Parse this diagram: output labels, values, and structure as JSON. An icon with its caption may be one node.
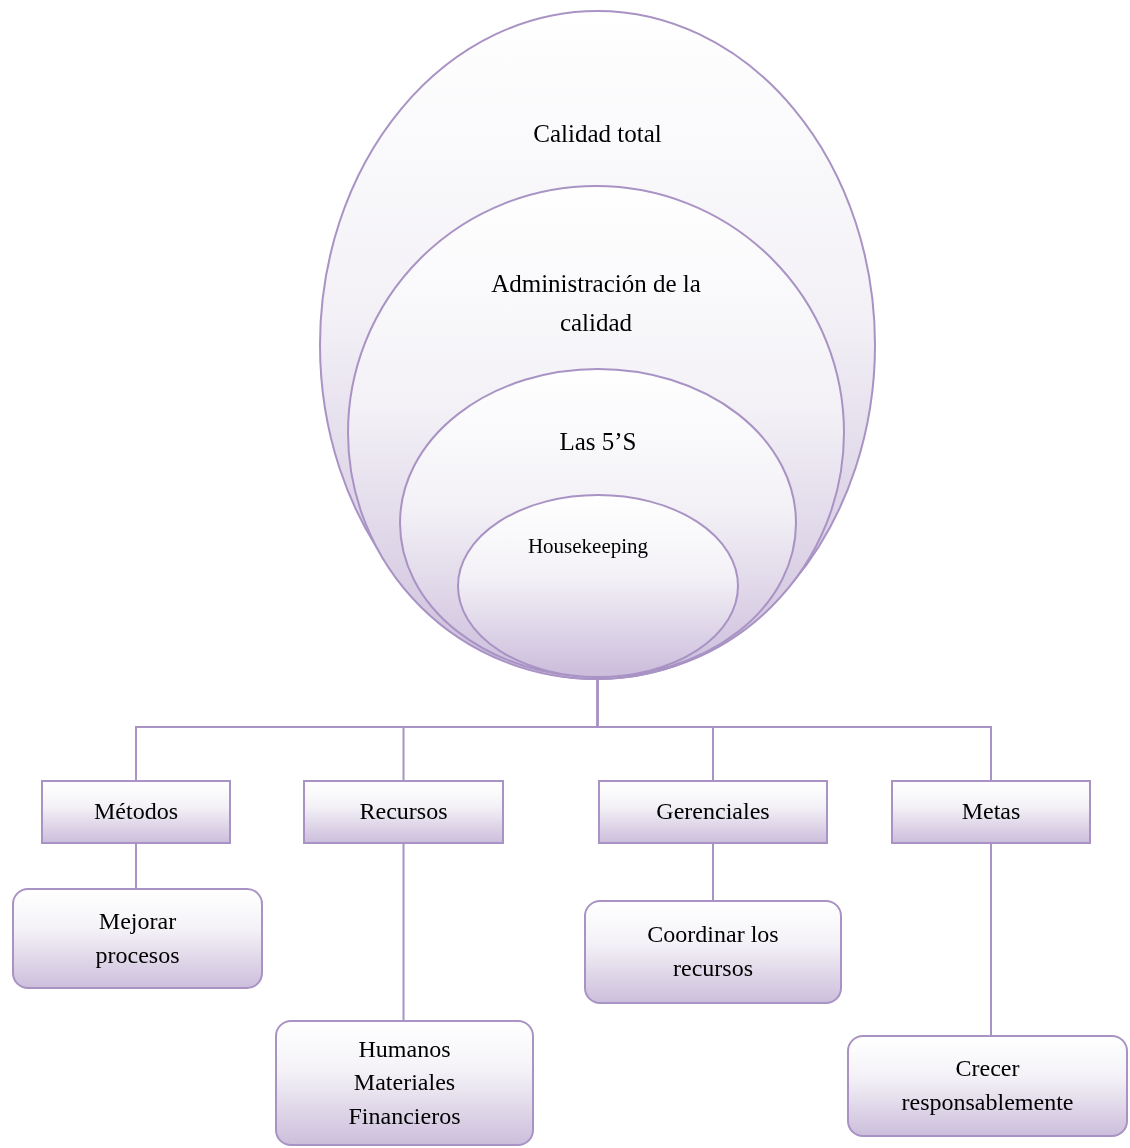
{
  "diagram": {
    "nodes": [
      {
        "text": [
          "Calidad total"
        ]
      },
      {
        "text": [
          "Administración de la calidad"
        ],
        "in": 0
      },
      {
        "text": [
          "Las 5’S"
        ],
        "in": 1
      },
      {
        "text": [
          "Housekeeping"
        ],
        "in": 2
      },
      {
        "text": [
          "Métodos"
        ]
      },
      {
        "text": [
          "Recursos"
        ]
      },
      {
        "text": [
          "Gerenciales"
        ]
      },
      {
        "text": [
          "Metas"
        ]
      },
      {
        "text": [
          "Mejorar procesos"
        ]
      },
      {
        "text": [
          "Humanos Materiales Financieros"
        ]
      },
      {
        "text": [
          "Coordinar los recursos"
        ]
      },
      {
        "text": [
          "Crecer responsablemente"
        ]
      }
    ],
    "edges": [
      {
        "from": 0,
        "to": 4,
        "arrow": "none"
      },
      {
        "from": 0,
        "to": 5,
        "arrow": "none"
      },
      {
        "from": 0,
        "to": 6,
        "arrow": "none"
      },
      {
        "from": 0,
        "to": 7,
        "arrow": "none"
      },
      {
        "from": 4,
        "to": 8,
        "arrow": "none"
      },
      {
        "from": 5,
        "to": 9,
        "arrow": "none"
      },
      {
        "from": 6,
        "to": 10,
        "arrow": "none"
      },
      {
        "from": 7,
        "to": 11,
        "arrow": "none"
      }
    ]
  }
}
